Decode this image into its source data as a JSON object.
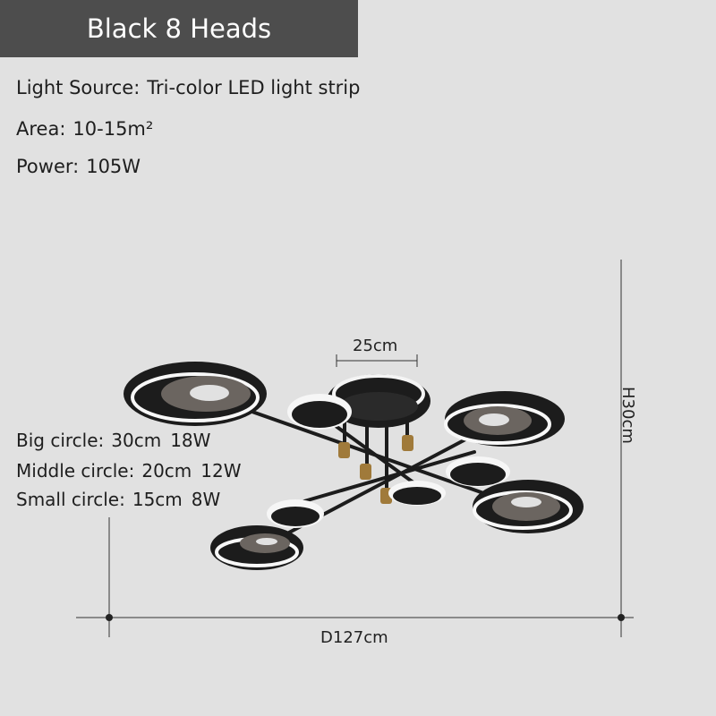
{
  "title": "Black 8 Heads",
  "specs": [
    {
      "label": "Light Source:",
      "value": "Tri-color LED light strip"
    },
    {
      "label": "Area:",
      "value": "10-15m²"
    },
    {
      "label": "Power:",
      "value": "105W"
    }
  ],
  "circles": [
    {
      "label": "Big circle:",
      "size": "30cm",
      "power": "18W"
    },
    {
      "label": "Middle circle:",
      "size": "20cm",
      "power": "12W"
    },
    {
      "label": "Small circle:",
      "size": "15cm",
      "power": "8W"
    }
  ],
  "dimensions": {
    "canopy": "25cm",
    "height": "H30cm",
    "diameter": "D127cm"
  },
  "colors": {
    "background": "#e1e1e1",
    "title_bar": "#4d4d4d",
    "fixture_black": "#1c1c1c",
    "brass": "#a07a3a"
  }
}
